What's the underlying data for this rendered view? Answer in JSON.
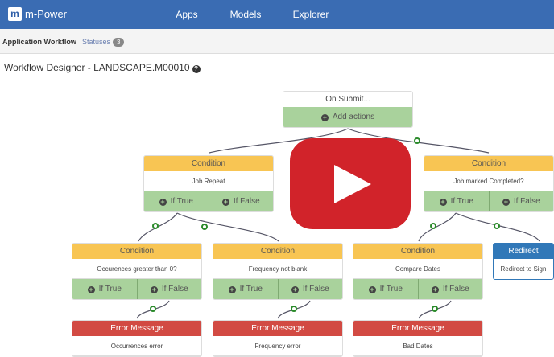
{
  "header": {
    "logo": "m",
    "brand": "m-Power",
    "nav": [
      "Apps",
      "Models",
      "Explorer"
    ]
  },
  "tabs": {
    "active": "Application Workflow",
    "statuses": "Statuses",
    "statuses_count": "3"
  },
  "page_title": "Workflow Designer - LANDSCAPE.M00010",
  "help_icon": "?",
  "plus": "+",
  "root": {
    "title": "On Submit...",
    "action": "Add actions"
  },
  "branch": {
    "if_true": "If True",
    "if_false": "If False"
  },
  "nodes": [
    {
      "type": "Condition",
      "text": "Job Repeat"
    },
    {
      "type": "Condition",
      "text": "Job marked Completed?"
    },
    {
      "type": "Condition",
      "text": "Occurences greater than 0?"
    },
    {
      "type": "Condition",
      "text": "Frequency not blank"
    },
    {
      "type": "Condition",
      "text": "Compare Dates"
    },
    {
      "type": "Redirect",
      "text": "Redirect to Sign"
    },
    {
      "type": "Error Message",
      "text": "Occurrences error"
    },
    {
      "type": "Error Message",
      "text": "Frequency error"
    },
    {
      "type": "Error Message",
      "text": "Bad Dates"
    }
  ],
  "video": {
    "play_icon": "youtube-play"
  }
}
